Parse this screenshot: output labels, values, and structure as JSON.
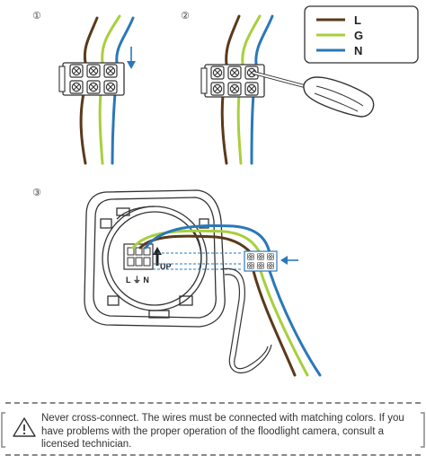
{
  "steps": [
    "①",
    "②",
    "③"
  ],
  "legend": [
    {
      "label": "L",
      "color": "#5a3a1a"
    },
    {
      "label": "G",
      "color": "#a8cf3c"
    },
    {
      "label": "N",
      "color": "#2a78b8"
    }
  ],
  "colors": {
    "outline": "#333333",
    "brown": "#5a3a1a",
    "green": "#a8cf3c",
    "blue": "#2a78b8"
  },
  "device_labels": {
    "up": "UP",
    "terminal": "L ⏚ N"
  },
  "warning": {
    "icon": "warning-triangle-icon",
    "text": "Never cross-connect. The wires must be connected with matching colors. If you have problems with the proper operation of the floodlight camera, consult a licensed technician."
  }
}
